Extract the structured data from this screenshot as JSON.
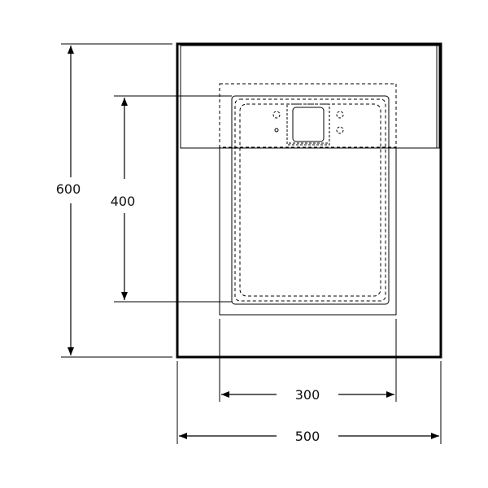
{
  "dimensions": {
    "overall_height": "600",
    "inner_height": "400",
    "inner_width": "300",
    "overall_width": "500"
  },
  "colors": {
    "line": "#000000",
    "text": "#111111",
    "background": "#ffffff"
  }
}
